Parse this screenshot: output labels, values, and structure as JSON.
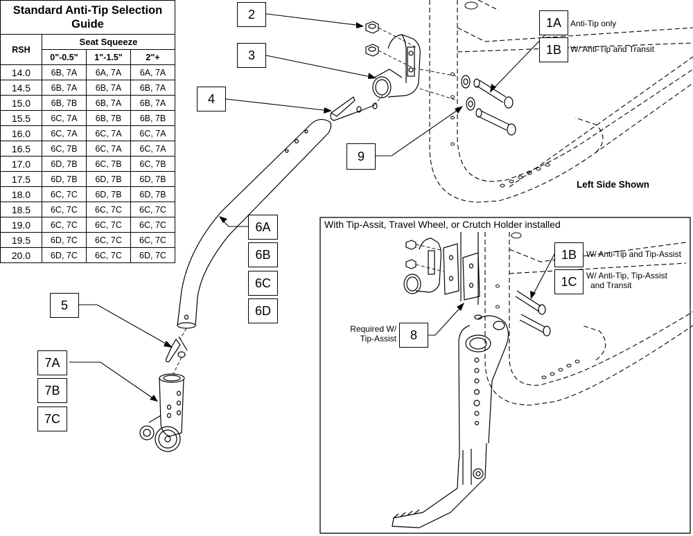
{
  "guide": {
    "title": "Standard Anti-Tip Selection Guide",
    "rsh_header": "RSH",
    "group_header": "Seat Squeeze",
    "columns": [
      "0\"-0.5\"",
      "1\"-1.5\"",
      "2\"+"
    ],
    "rows": [
      {
        "rsh": "14.0",
        "v": [
          "6B, 7A",
          "6A, 7A",
          "6A, 7A"
        ]
      },
      {
        "rsh": "14.5",
        "v": [
          "6B, 7A",
          "6B, 7A",
          "6B, 7A"
        ]
      },
      {
        "rsh": "15.0",
        "v": [
          "6B, 7B",
          "6B, 7A",
          "6B, 7A"
        ]
      },
      {
        "rsh": "15.5",
        "v": [
          "6C, 7A",
          "6B, 7B",
          "6B, 7B"
        ]
      },
      {
        "rsh": "16.0",
        "v": [
          "6C, 7A",
          "6C, 7A",
          "6C, 7A"
        ]
      },
      {
        "rsh": "16.5",
        "v": [
          "6C, 7B",
          "6C, 7A",
          "6C, 7A"
        ]
      },
      {
        "rsh": "17.0",
        "v": [
          "6D, 7B",
          "6C, 7B",
          "6C, 7B"
        ]
      },
      {
        "rsh": "17.5",
        "v": [
          "6D, 7B",
          "6D, 7B",
          "6D, 7B"
        ]
      },
      {
        "rsh": "18.0",
        "v": [
          "6C, 7C",
          "6D, 7B",
          "6D, 7B"
        ]
      },
      {
        "rsh": "18.5",
        "v": [
          "6C, 7C",
          "6C, 7C",
          "6C, 7C"
        ]
      },
      {
        "rsh": "19.0",
        "v": [
          "6C, 7C",
          "6C, 7C",
          "6C, 7C"
        ]
      },
      {
        "rsh": "19.5",
        "v": [
          "6D, 7C",
          "6C, 7C",
          "6C, 7C"
        ]
      },
      {
        "rsh": "20.0",
        "v": [
          "6D, 7C",
          "6C, 7C",
          "6D, 7C"
        ]
      }
    ]
  },
  "callouts": {
    "c2": "2",
    "c3": "3",
    "c4": "4",
    "c5": "5",
    "c9": "9",
    "c6a": "6A",
    "c6b": "6B",
    "c6c": "6C",
    "c6d": "6D",
    "c7a": "7A",
    "c7b": "7B",
    "c7c": "7C",
    "c1a": "1A",
    "c1b": "1B",
    "c1b_inset": "1B",
    "c1c": "1C",
    "c8": "8"
  },
  "notes": {
    "n1a": "Anti-Tip only",
    "n1b": "W/ Anti-Tip and Transit",
    "n1b_inset": "W/ Anti-Tip and Tip-Assist",
    "n1c_line1": "W/ Anti-Tip, Tip-Assist",
    "n1c_line2": "and Transit",
    "n8_line1": "Required W/",
    "n8_line2": "Tip-Assist",
    "side": "Left Side Shown",
    "inset_title": "With Tip-Assit, Travel Wheel, or Crutch Holder installed"
  }
}
